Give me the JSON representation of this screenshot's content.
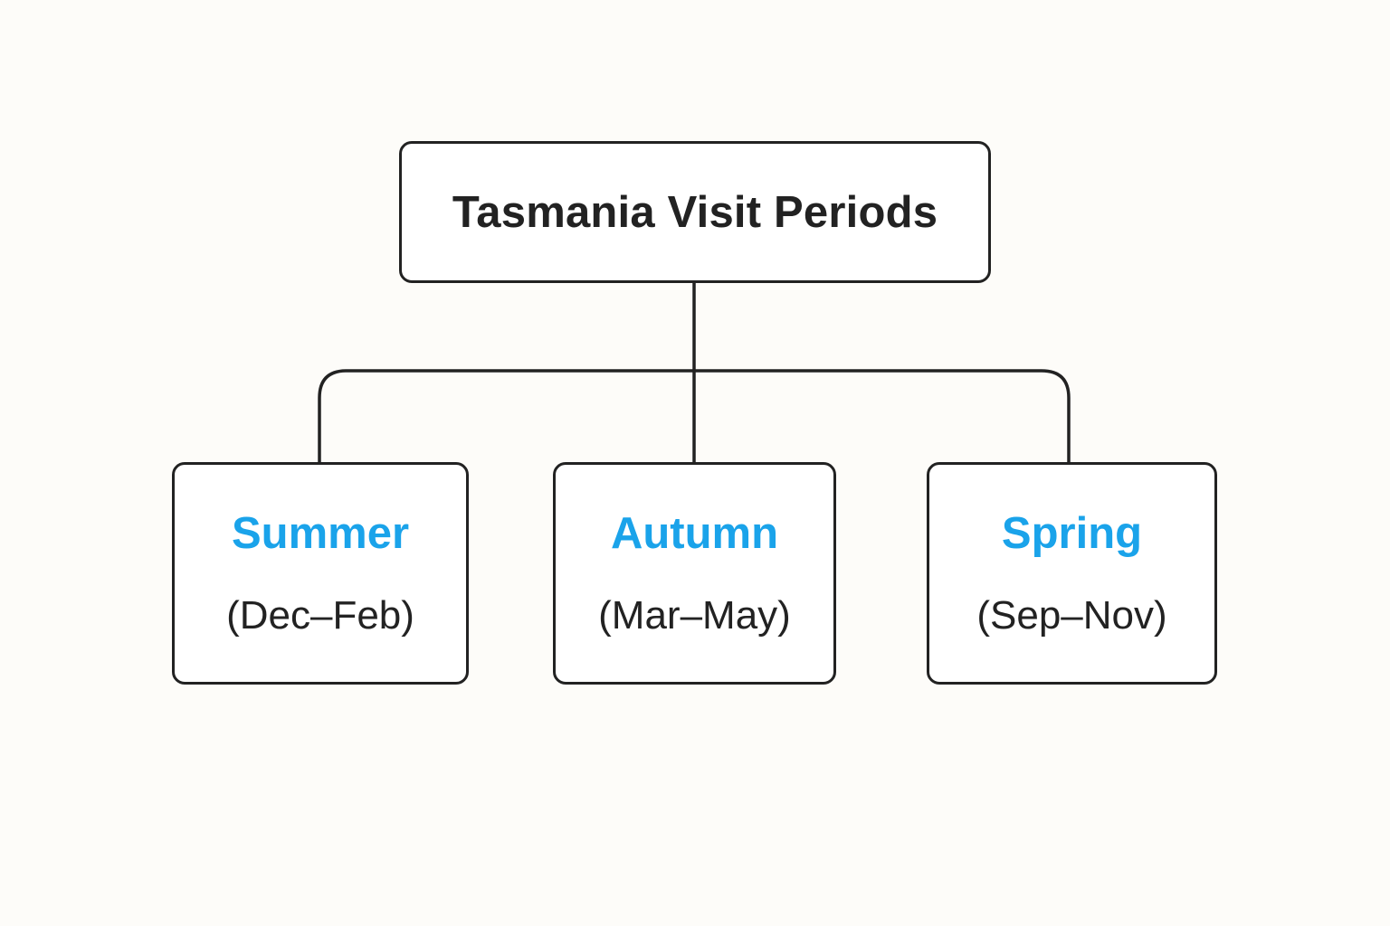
{
  "diagram": {
    "root": {
      "title": "Tasmania Visit Periods"
    },
    "children": [
      {
        "name": "Summer",
        "range": "(Dec–Feb)"
      },
      {
        "name": "Autumn",
        "range": "(Mar–May)"
      },
      {
        "name": "Spring",
        "range": "(Sep–Nov)"
      }
    ]
  },
  "colors": {
    "accent": "#1aa3ea",
    "line": "#222222",
    "text": "#222222",
    "background": "#fdfcf9"
  }
}
